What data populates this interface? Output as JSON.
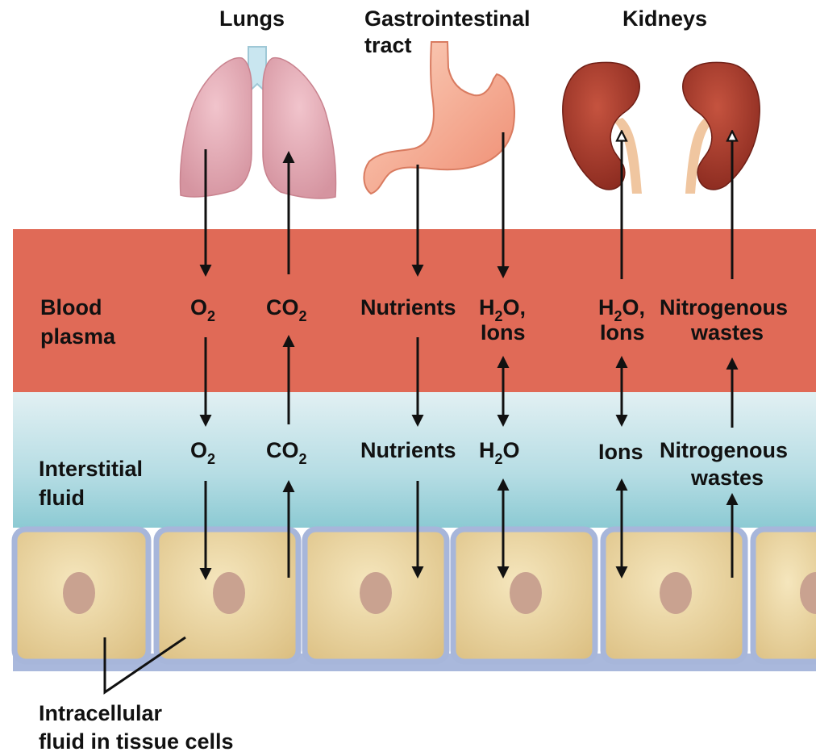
{
  "organs": {
    "lungs": "Lungs",
    "gi_line1": "Gastrointestinal",
    "gi_line2": "tract",
    "kidneys": "Kidneys"
  },
  "regions": {
    "blood_line1": "Blood",
    "blood_line2": "plasma",
    "interstitial_line1": "Interstitial",
    "interstitial_line2": "fluid",
    "intracellular_line1": "Intracellular",
    "intracellular_line2": "fluid in tissue cells"
  },
  "substances": {
    "o2_base": "O",
    "o2_sub": "2",
    "co2_base": "CO",
    "co2_sub": "2",
    "nutrients": "Nutrients",
    "h2o_pre": "H",
    "h2o_sub": "2",
    "h2o_post": "O",
    "h2o_comma_post": "O,",
    "ions": "Ions",
    "nitro_line1": "Nitrogenous",
    "nitro_line2": "wastes"
  },
  "colors": {
    "blood_plasma": "#e06a57",
    "interstitial_top": "#dcedf1",
    "interstitial_bottom": "#8fcad4",
    "cell_fill": "#e6cf97",
    "cell_border": "#a7b6da",
    "nucleus": "#c9a290",
    "lung": "#e8b1bb",
    "stomach": "#f5a98b",
    "kidney": "#a8372a"
  }
}
